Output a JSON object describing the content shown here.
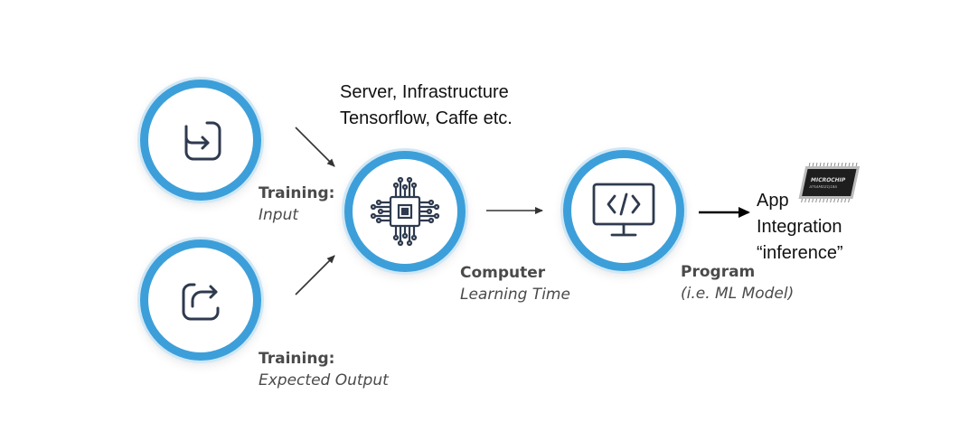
{
  "framework_note": {
    "line1": "Server, Infrastructure",
    "line2": "Tensorflow, Caffe etc."
  },
  "nodes": {
    "training_input": {
      "title": "Training:",
      "subtitle": "Input"
    },
    "training_output": {
      "title": "Training:",
      "subtitle": "Expected Output"
    },
    "computer": {
      "title": "Computer",
      "subtitle": "Learning Time"
    },
    "program": {
      "title": "Program",
      "subtitle": "(i.e. ML Model)"
    }
  },
  "app": {
    "line1": "App",
    "line2": "Integration",
    "line3": "“inference”"
  },
  "chip": {
    "brand": "MICROCHIP",
    "part": "ATSAMD21J18A"
  },
  "colors": {
    "ring": "#3d9fd9",
    "icon": "#2e3a4f",
    "arrow": "#333333"
  }
}
